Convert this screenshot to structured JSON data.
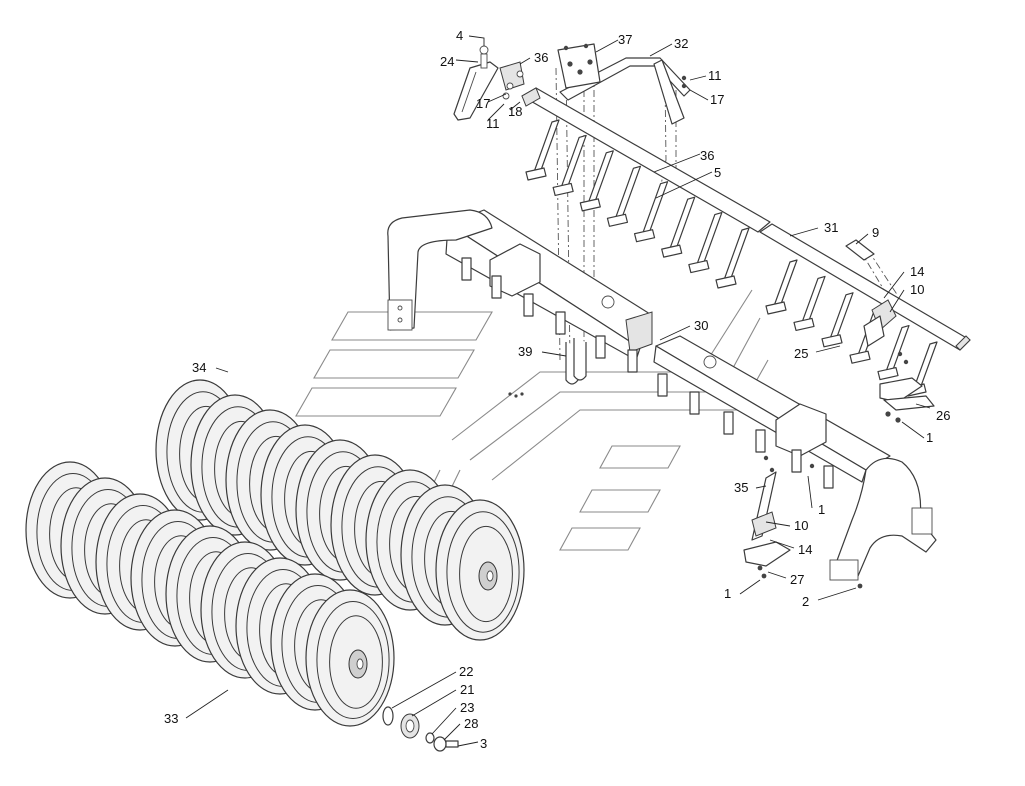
{
  "callouts": [
    {
      "id": "c4",
      "text": "4"
    },
    {
      "id": "c24",
      "text": "24"
    },
    {
      "id": "c36a",
      "text": "36"
    },
    {
      "id": "c17a",
      "text": "17"
    },
    {
      "id": "c11a",
      "text": "11"
    },
    {
      "id": "c18",
      "text": "18"
    },
    {
      "id": "c37",
      "text": "37"
    },
    {
      "id": "c32",
      "text": "32"
    },
    {
      "id": "c11b",
      "text": "11"
    },
    {
      "id": "c17b",
      "text": "17"
    },
    {
      "id": "c36b",
      "text": "36"
    },
    {
      "id": "c5",
      "text": "5"
    },
    {
      "id": "c31",
      "text": "31"
    },
    {
      "id": "c9",
      "text": "9"
    },
    {
      "id": "c14a",
      "text": "14"
    },
    {
      "id": "c10a",
      "text": "10"
    },
    {
      "id": "c25",
      "text": "25"
    },
    {
      "id": "c26",
      "text": "26"
    },
    {
      "id": "c1a",
      "text": "1"
    },
    {
      "id": "c30",
      "text": "30"
    },
    {
      "id": "c39",
      "text": "39"
    },
    {
      "id": "c34",
      "text": "34"
    },
    {
      "id": "c35",
      "text": "35"
    },
    {
      "id": "c1b",
      "text": "1"
    },
    {
      "id": "c10b",
      "text": "10"
    },
    {
      "id": "c14b",
      "text": "14"
    },
    {
      "id": "c27",
      "text": "27"
    },
    {
      "id": "c1c",
      "text": "1"
    },
    {
      "id": "c2",
      "text": "2"
    },
    {
      "id": "c22",
      "text": "22"
    },
    {
      "id": "c21",
      "text": "21"
    },
    {
      "id": "c23",
      "text": "23"
    },
    {
      "id": "c28",
      "text": "28"
    },
    {
      "id": "c3",
      "text": "3"
    },
    {
      "id": "c33",
      "text": "33"
    }
  ]
}
